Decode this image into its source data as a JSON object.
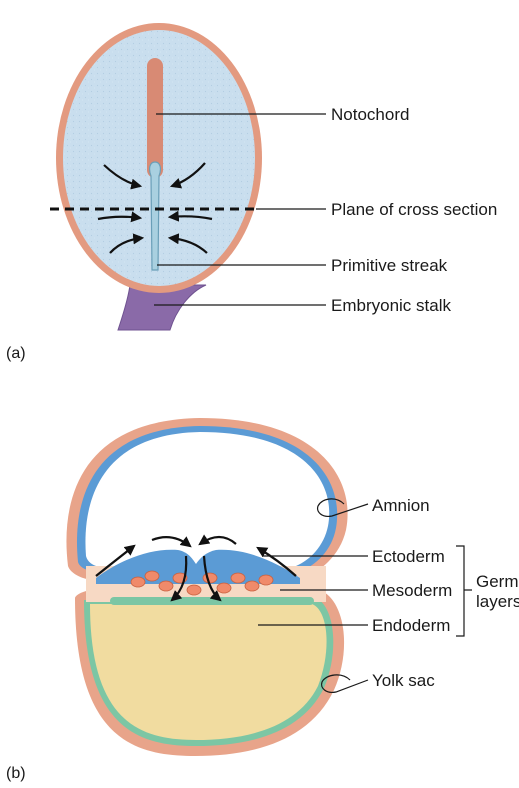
{
  "panel_a": {
    "panel_label": "(a)",
    "labels": {
      "notochord": "Notochord",
      "plane": "Plane of cross section",
      "primitive_streak": "Primitive streak",
      "embryonic_stalk": "Embryonic stalk"
    }
  },
  "panel_b": {
    "panel_label": "(b)",
    "labels": {
      "amnion": "Amnion",
      "ectoderm": "Ectoderm",
      "mesoderm": "Mesoderm",
      "endoderm": "Endoderm",
      "yolk_sac": "Yolk sac",
      "germ_layers_line1": "Germ",
      "germ_layers_line2": "layers"
    }
  },
  "colors": {
    "disc_fill": "#c7dcec",
    "disc_rim": "#e0937a",
    "notochord": "#d98873",
    "stalk": "#8a6aa8",
    "ectoderm": "#5b9bd5",
    "mesoderm": "#f0a080",
    "endoderm": "#7cc6a4",
    "yolk": "#f1dca0",
    "wall": "#e8a58c"
  }
}
